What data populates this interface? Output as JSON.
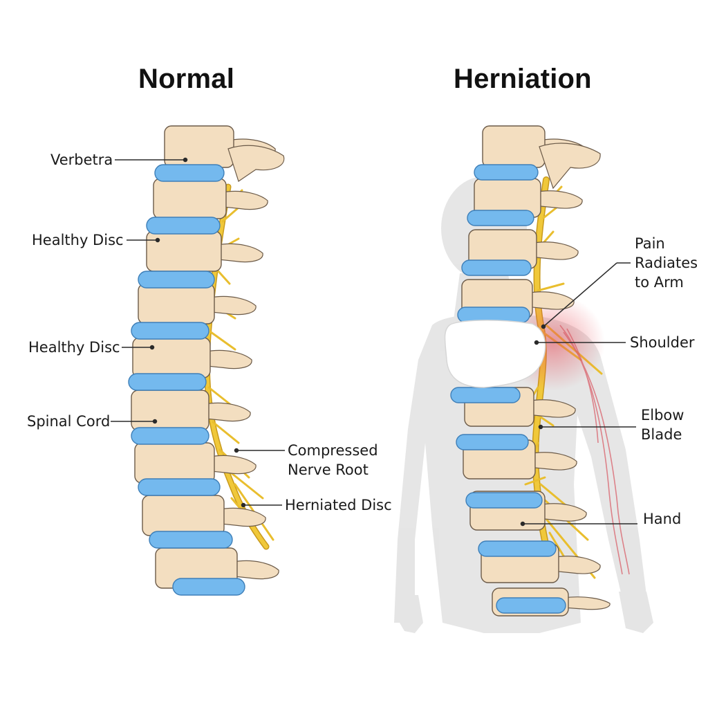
{
  "panels": {
    "normal": {
      "title": "Normal",
      "labels": {
        "vertebra": "Verbetra",
        "healthy_disc_1": "Healthy Disc",
        "healthy_disc_2": "Healthy Disc",
        "spinal_cord": "Spinal Cord",
        "compressed_nerve_root": [
          "Compressed",
          "Nerve Root"
        ],
        "herniated_disc": "Herniated Disc"
      }
    },
    "herniation": {
      "title": "Herniation",
      "labels": {
        "pain": [
          "Pain",
          "Radiates",
          "to Arm"
        ],
        "shoulder": "Shoulder",
        "elbow_blade": [
          "Elbow",
          "Blade"
        ],
        "hand": "Hand"
      }
    }
  },
  "colors": {
    "bone": "#F3DEC0",
    "bone_outline": "#6B5A48",
    "disc": "#74B9EE",
    "disc_outline": "#3E7FB8",
    "nerve": "#F0C83A",
    "nerve_outline": "#C99A1C",
    "body_silhouette": "#E2E2E2",
    "herniation": "#FFFFFF",
    "pain_glow": "#E8505B"
  }
}
